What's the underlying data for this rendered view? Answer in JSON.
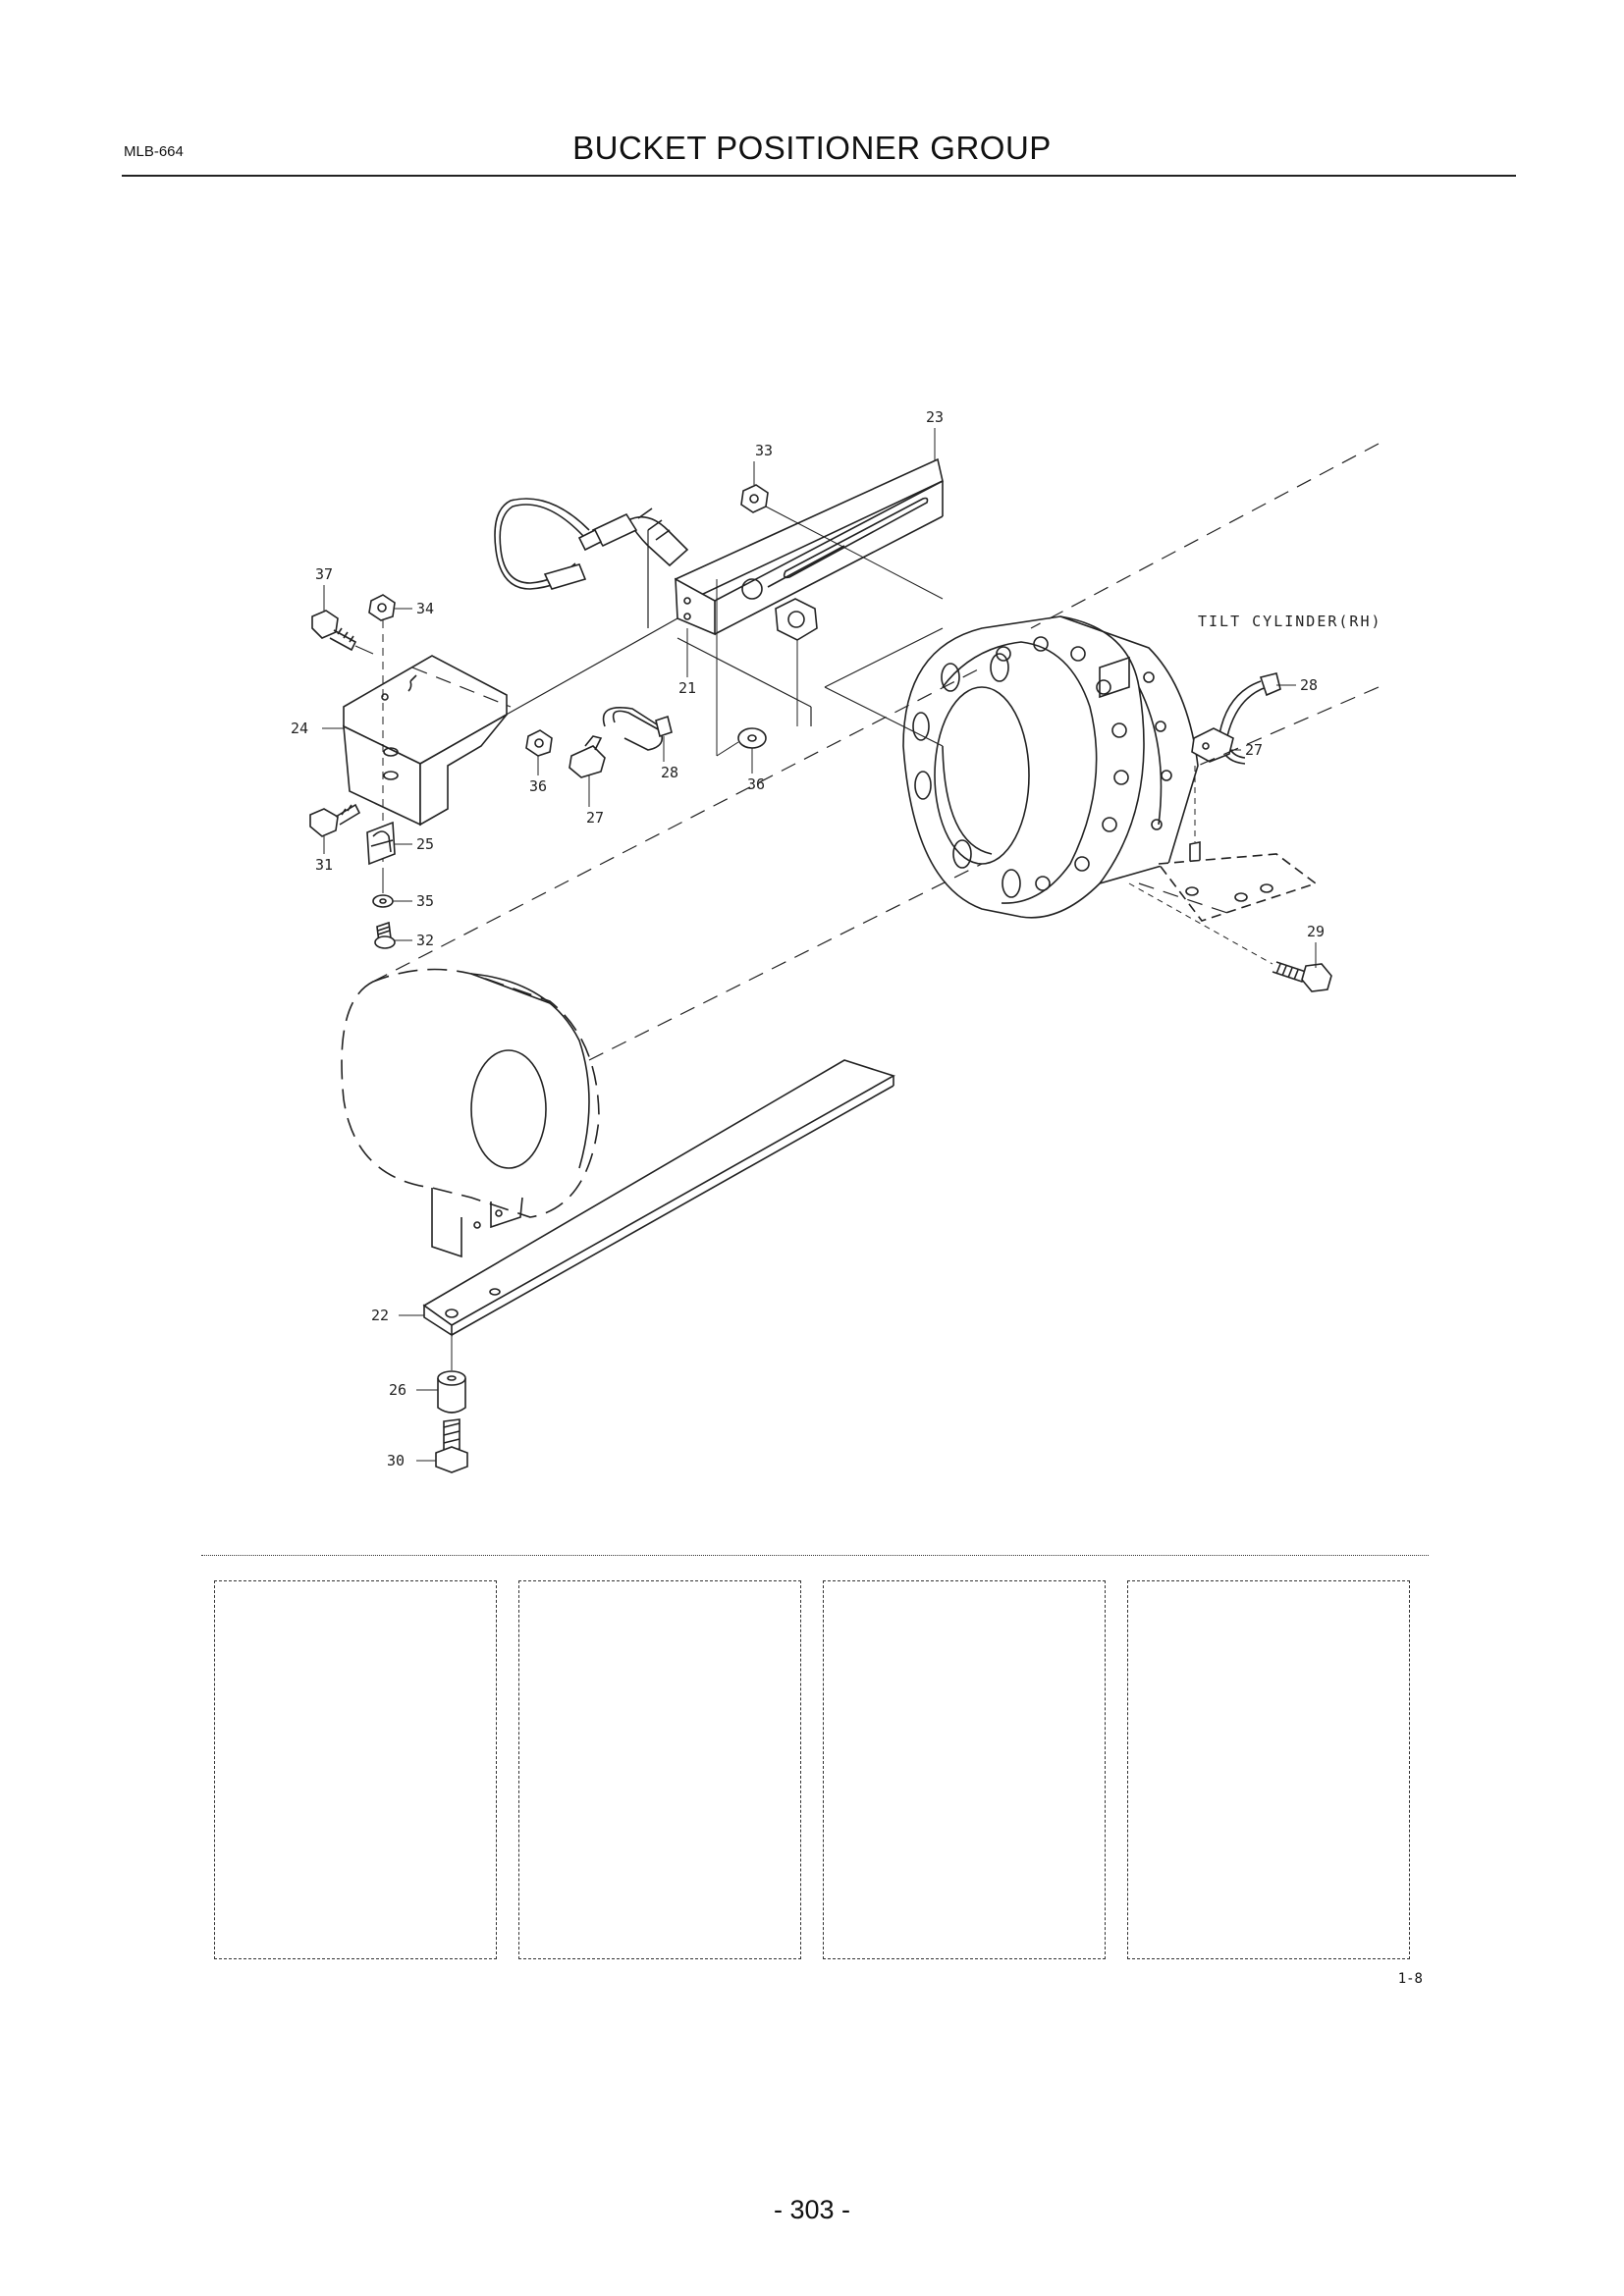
{
  "header": {
    "doc_code": "MLB-664",
    "title": "BUCKET POSITIONER GROUP"
  },
  "diagram": {
    "assembly_label": "TILT CYLINDER(RH)",
    "callouts": [
      "23",
      "33",
      "37",
      "34",
      "21",
      "24",
      "36",
      "28",
      "27",
      "36",
      "31",
      "25",
      "35",
      "32",
      "28",
      "27",
      "29",
      "22",
      "26",
      "30"
    ]
  },
  "footer": {
    "sheet_code": "1-8",
    "page_number": "- 303 -"
  }
}
